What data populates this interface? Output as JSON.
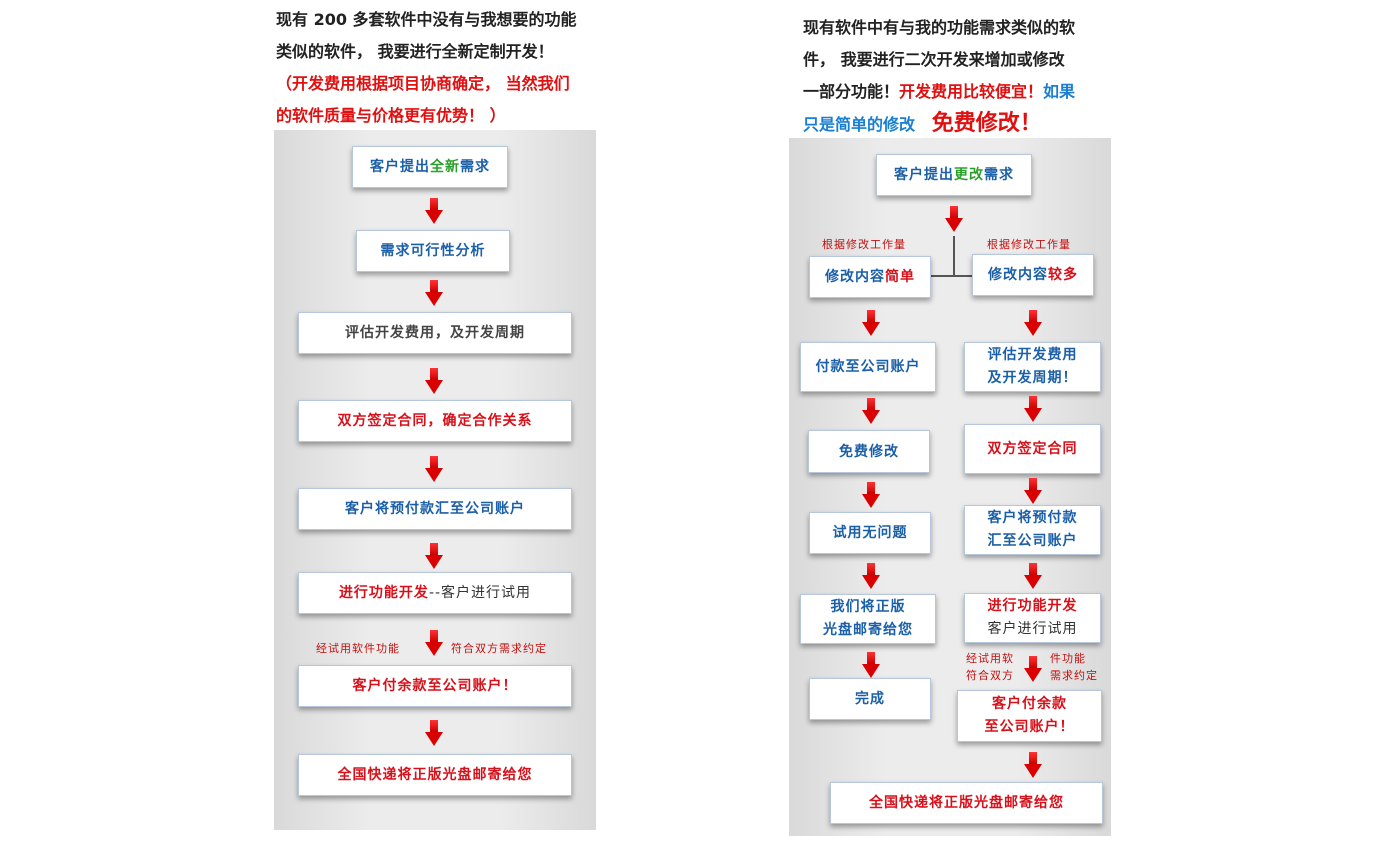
{
  "left_intro": {
    "line1": "现有 200 多套软件中没有与我想要的功能",
    "line2": "类似的软件，  我要进行全新定制开发！",
    "line3": "（开发费用根据项目协商确定，  当然我们",
    "line4": "的软件质量与价格更有优势！ ）"
  },
  "right_intro": {
    "line1": "现有软件中有与我的功能需求类似的软",
    "line2": "件，  我要进行二次开发来增加或修改",
    "line3a": "一部分功能！",
    "line3b": "开发费用比较便宜！",
    "line3c": "如果",
    "line4a": "只是简单的修改",
    "line4b": "免费修改！"
  },
  "left_flow": {
    "step1a": "客户提出",
    "step1b": "全新",
    "step1c": "需求",
    "step2": "需求可行性分析",
    "step3": "评估开发费用，及开发周期",
    "step4": "双方签定合同，确定合作关系",
    "step5": "客户将预付款汇至公司账户",
    "step6a": "进行功能开发",
    "step6b": "--客户进行试用",
    "note_left": "经试用软件功能",
    "note_right": "符合双方需求约定",
    "step7": "客户付余款至公司账户！",
    "step8": "全国快递将正版光盘邮寄给您"
  },
  "right_flow": {
    "start_a": "客户提出",
    "start_b": "更改",
    "start_c": "需求",
    "note_a": "根据修改工作量",
    "note_b": "根据修改工作量",
    "simple_a": "修改内容",
    "simple_b": "简单",
    "more_a": "修改内容",
    "more_b": "较多",
    "a1": "付款至公司账户",
    "a2": "免费修改",
    "a3": "试用无问题",
    "a4_l1": "我们将正版",
    "a4_l2": "光盘邮寄给您",
    "a5": "完成",
    "b1_l1": "评估开发费用",
    "b1_l2": "及开发周期！",
    "b2": "双方签定合同",
    "b3_l1": "客户将预付款",
    "b3_l2": "汇至公司账户",
    "b4_l1": "进行功能开发",
    "b4_l2": "客户进行试用",
    "note_c1": "经试用软",
    "note_c2": "符合双方",
    "note_d1": "件功能",
    "note_d2": "需求约定",
    "b5_l1": "客户付余款",
    "b5_l2": "至公司账户！",
    "final": "全国快递将正版光盘邮寄给您"
  }
}
